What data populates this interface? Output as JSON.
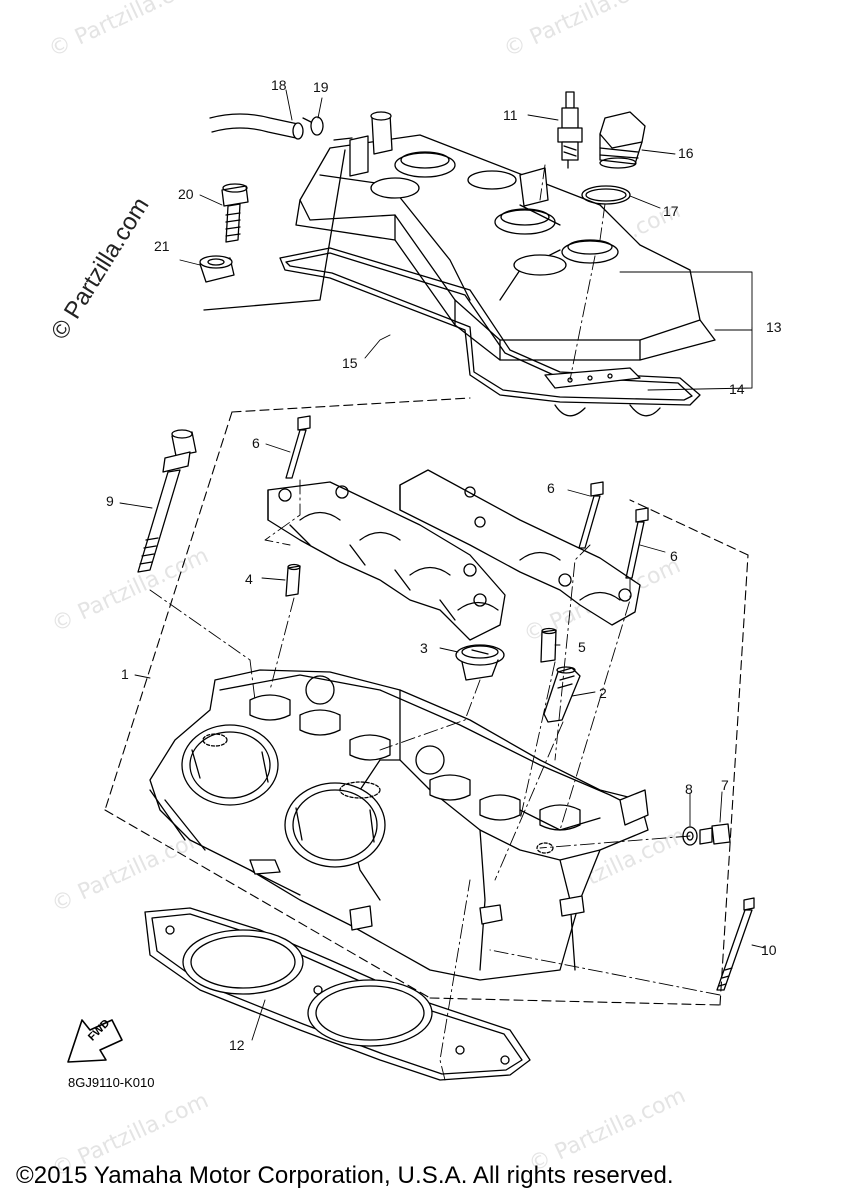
{
  "diagram": {
    "drawing_code": "8GJ9110-K010",
    "copyright": "©2015 Yamaha Motor Corporation, U.S.A. All rights reserved.",
    "fwd_label": "FWD",
    "watermark": "© Partzilla.com",
    "callouts": {
      "c1": "1",
      "c2": "2",
      "c3": "3",
      "c4": "4",
      "c5": "5",
      "c6a": "6",
      "c6b": "6",
      "c6c": "6",
      "c7": "7",
      "c8": "8",
      "c9": "9",
      "c10": "10",
      "c11": "11",
      "c12": "12",
      "c13": "13",
      "c14": "14",
      "c15": "15",
      "c16": "16",
      "c17": "17",
      "c18": "18",
      "c19": "19",
      "c20": "20",
      "c21": "21"
    }
  }
}
